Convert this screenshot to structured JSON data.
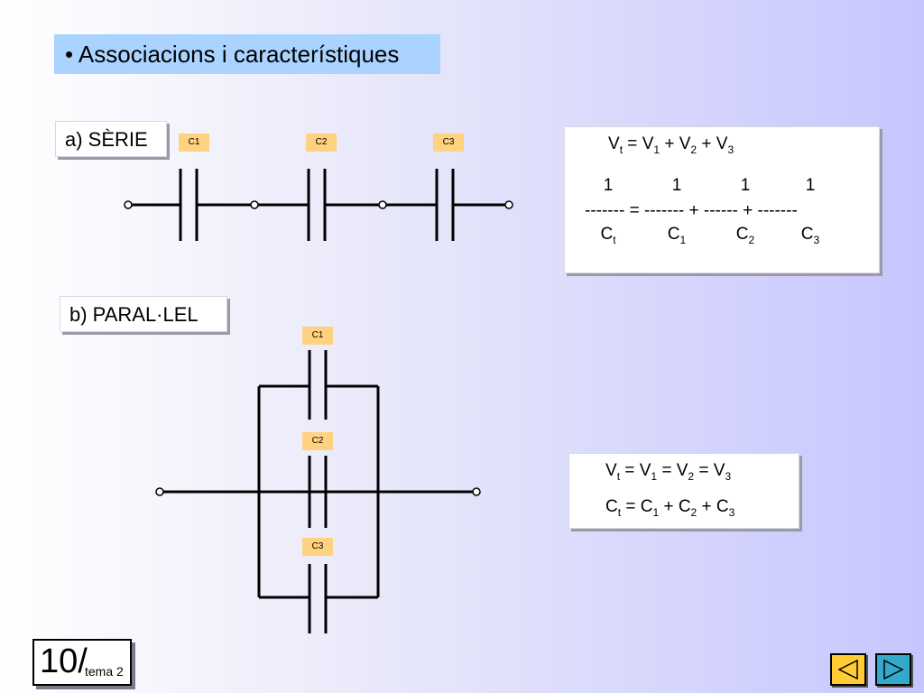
{
  "title": "• Associacions i característiques",
  "serie": {
    "label": "a) SÈRIE",
    "caps": [
      "C1",
      "C2",
      "C3"
    ],
    "formula": {
      "line1": {
        "v": "V",
        "t": "t",
        "eq": " = ",
        "v1": "V",
        "s1": "1",
        "p1": " + ",
        "v2": "V",
        "s2": "2",
        "p2": " + ",
        "v3": "V",
        "s3": "3"
      },
      "numerators": [
        "1",
        "1",
        "1",
        "1"
      ],
      "bars": "------- = ------- + ------ + -------",
      "denominators": [
        {
          "c": "C",
          "s": "t"
        },
        {
          "c": "C",
          "s": "1"
        },
        {
          "c": "C",
          "s": "2"
        },
        {
          "c": "C",
          "s": "3"
        }
      ]
    }
  },
  "parallel": {
    "label": "b) PARAL·LEL",
    "caps": [
      "C1",
      "C2",
      "C3"
    ],
    "formula": {
      "line1": {
        "v": "V",
        "t": "t",
        "eq": " = ",
        "v1": "V",
        "s1": "1",
        "e1": " = ",
        "v2": "V",
        "s2": "2",
        "e2": " = ",
        "v3": "V",
        "s3": "3"
      },
      "line2": {
        "c": "C",
        "t": "t",
        "eq": " = ",
        "c1": "C",
        "s1": "1",
        "p1": " + ",
        "c2": "C",
        "s2": "2",
        "p2": " + ",
        "c3": "C",
        "s3": "3"
      }
    }
  },
  "page": {
    "number": "10/",
    "topic": "tema 2"
  },
  "nav": {
    "prev_icon": "triangle-left-icon",
    "next_icon": "triangle-right-icon",
    "prev_color": "#ffcc33",
    "next_color": "#33aacc"
  }
}
